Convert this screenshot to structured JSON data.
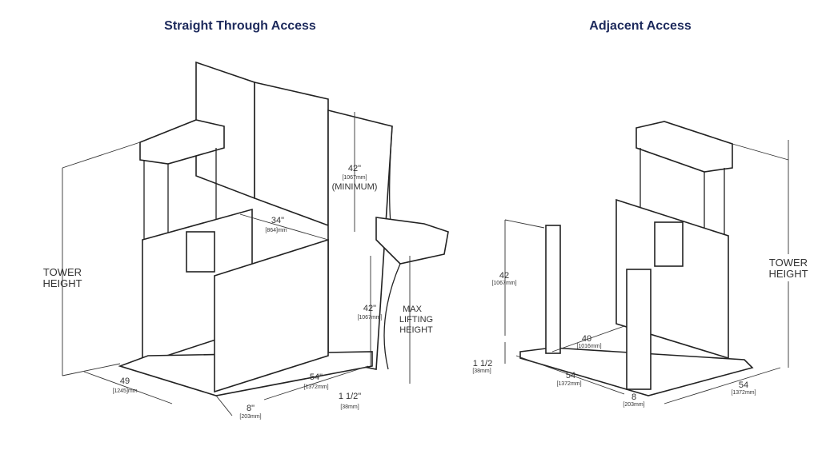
{
  "titles": {
    "left": "Straight Through Access",
    "right": "Adjacent Access"
  },
  "left": {
    "tower_height": [
      "TOWER",
      "HEIGHT"
    ],
    "door_width": {
      "in": "34\"",
      "mm": "[864]mm"
    },
    "door_height": {
      "in": "42\"",
      "mm": "[1067mm]",
      "note": "(MINIMUM)"
    },
    "gate_height": {
      "in": "42\"",
      "mm": "[1067mm]"
    },
    "max_lifting": [
      "MAX",
      "LIFTING",
      "HEIGHT"
    ],
    "width": {
      "in": "49",
      "mm": "[1245]mm"
    },
    "depth": {
      "in": "54\"",
      "mm": "[1372mm]"
    },
    "ramp": {
      "in": "8\"",
      "mm": "[203mm]"
    },
    "platform_thickness": {
      "in": "1  1/2\"",
      "mm": "[38mm]"
    }
  },
  "right": {
    "gate_height": {
      "in": "42",
      "mm": "[1067mm]"
    },
    "opening": {
      "in": "40",
      "mm": "[1016mm]"
    },
    "platform_thickness": {
      "in": "1  1/2",
      "mm": "[38mm]"
    },
    "depth": {
      "in": "54",
      "mm": "[1372mm]"
    },
    "ramp": {
      "in": "8",
      "mm": "[203mm]"
    },
    "width": {
      "in": "54",
      "mm": "[1372mm]"
    },
    "tower_height": [
      "TOWER",
      "HEIGHT"
    ]
  }
}
